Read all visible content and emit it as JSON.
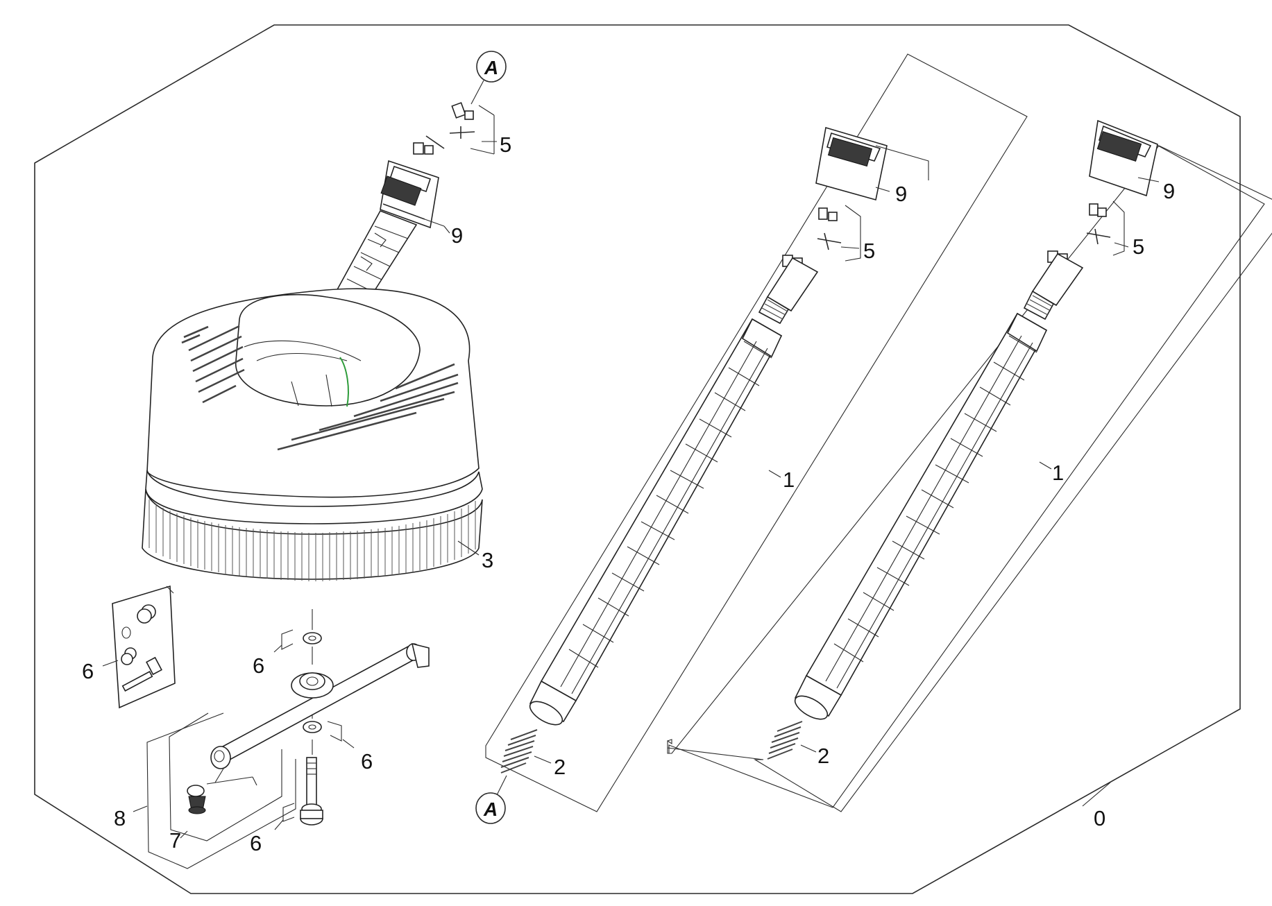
{
  "callouts": {
    "assembly_left_a": "A",
    "assembly_left_5": "5",
    "assembly_left_9": "9",
    "assembly_left_3": "3",
    "assembly_left_6_kit": "6",
    "assembly_left_6_upper": "6",
    "assembly_left_6_mid": "6",
    "assembly_left_6_lower": "6",
    "assembly_left_7": "7",
    "assembly_left_8": "8",
    "lance_mid_9": "9",
    "lance_mid_5": "5",
    "lance_mid_1": "1",
    "lance_mid_2": "2",
    "lance_mid_a": "A",
    "lance_right_9": "9",
    "lance_right_5": "5",
    "lance_right_1": "1",
    "lance_right_2": "2",
    "set_0": "0"
  },
  "colors": {
    "line": "#2a2a2a",
    "accent_green": "#2e9c3a"
  }
}
